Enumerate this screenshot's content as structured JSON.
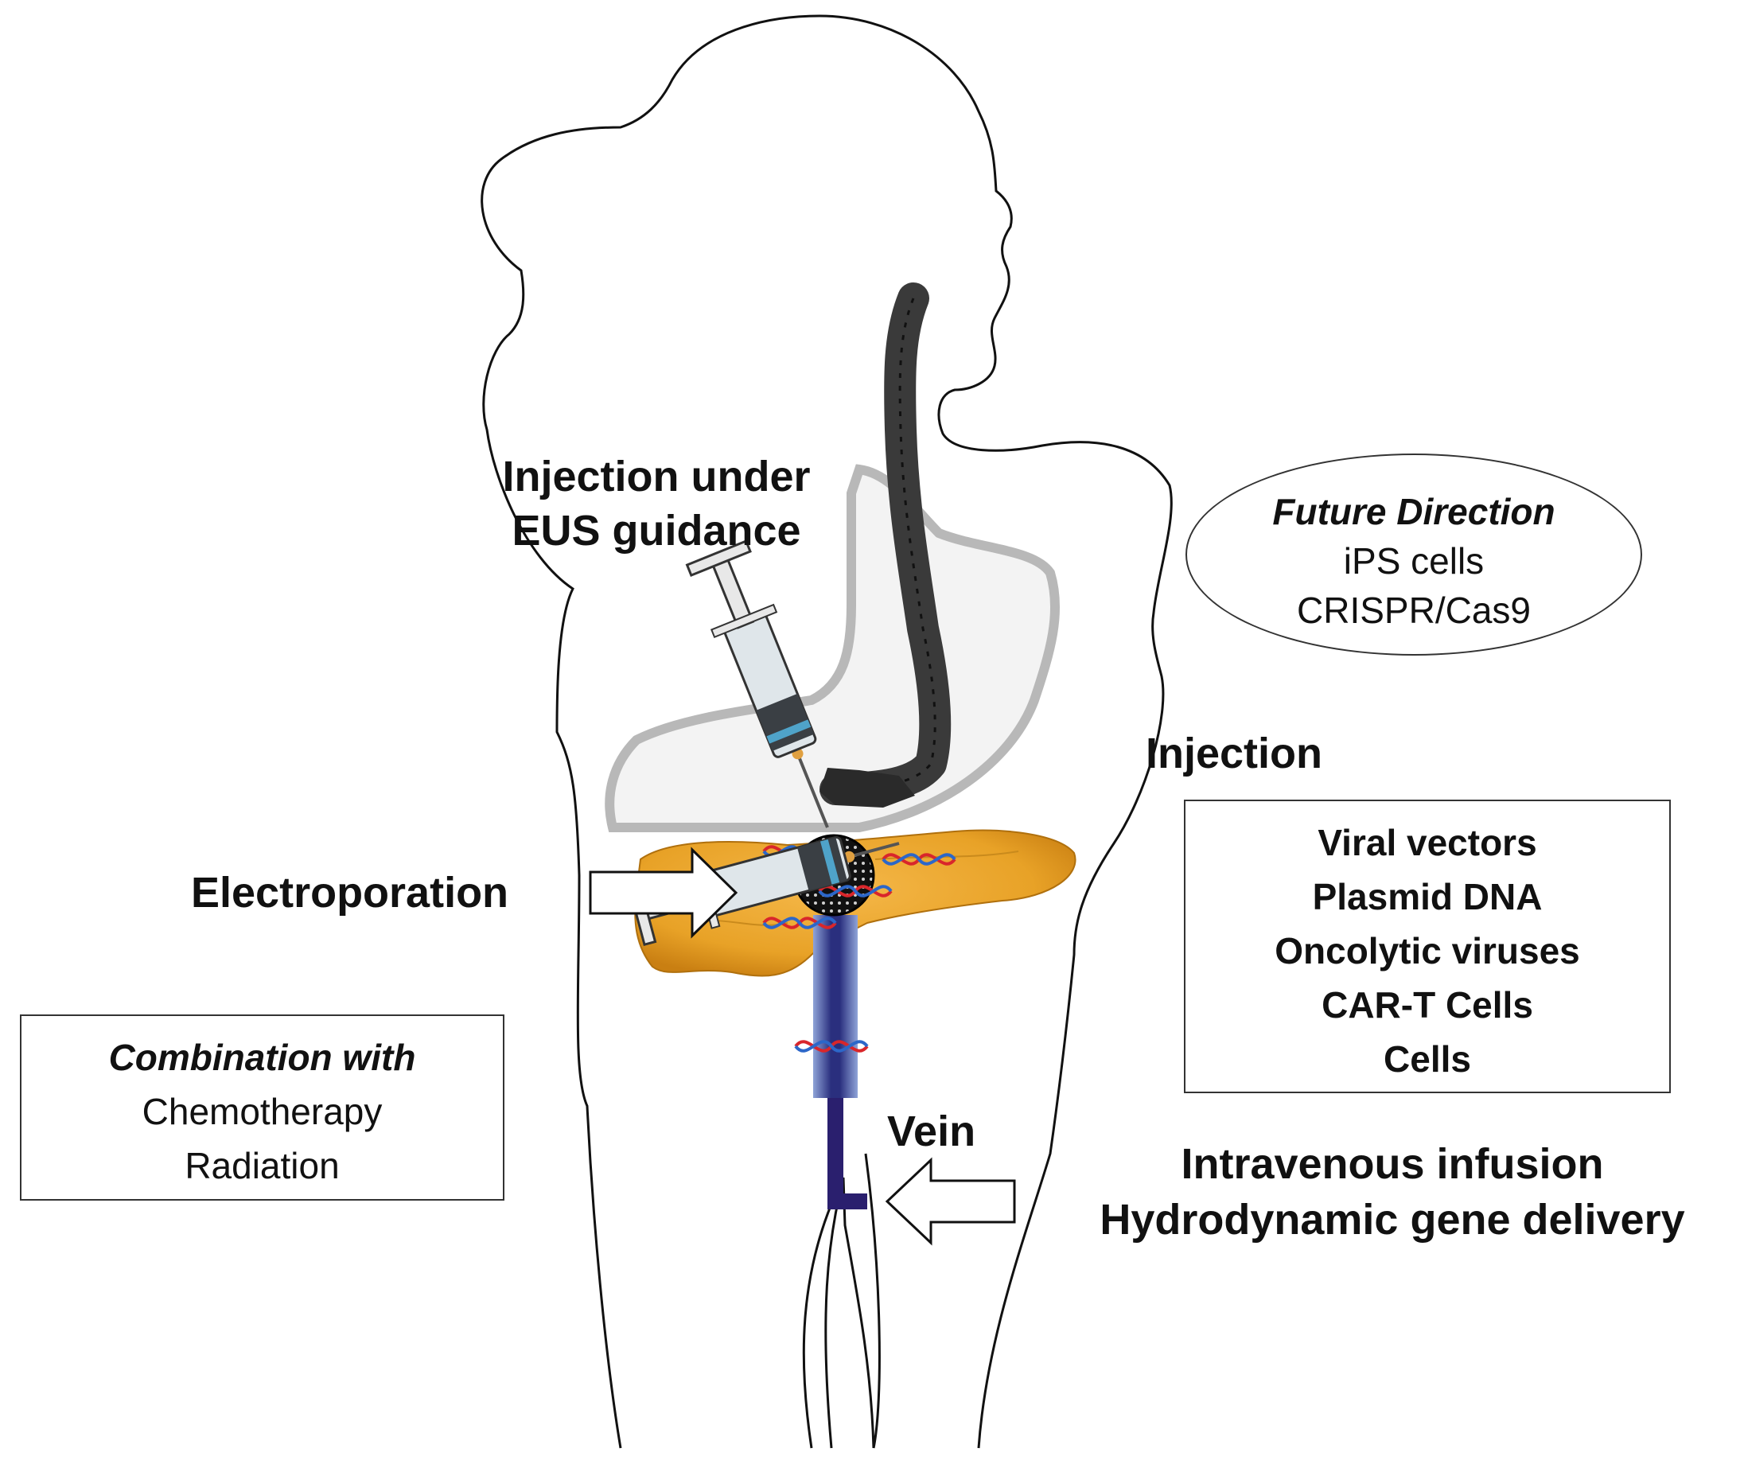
{
  "labels": {
    "eus_line1": "Injection under",
    "eus_line2": "EUS guidance",
    "injection": "Injection",
    "electroporation": "Electroporation",
    "vein": "Vein",
    "intravenous": "Intravenous infusion",
    "hydrodynamic": "Hydrodynamic gene delivery"
  },
  "future_direction": {
    "title": "Future Direction",
    "items": [
      "iPS cells",
      "CRISPR/Cas9"
    ]
  },
  "injection_agents": {
    "items": [
      "Viral vectors",
      "Plasmid DNA",
      "Oncolytic viruses",
      "CAR-T Cells",
      "Cells"
    ]
  },
  "combination": {
    "title": "Combination with",
    "items": [
      "Chemotherapy",
      "Radiation"
    ]
  },
  "colors": {
    "pancreas": "#e8a227",
    "vein": "#2a1f6e",
    "vein_light": "#8fa4d8",
    "endoscope": "#3a3a3a",
    "stomach_outline": "#b8b8b8",
    "dna_red": "#d9262b",
    "dna_blue": "#2c67c9"
  }
}
